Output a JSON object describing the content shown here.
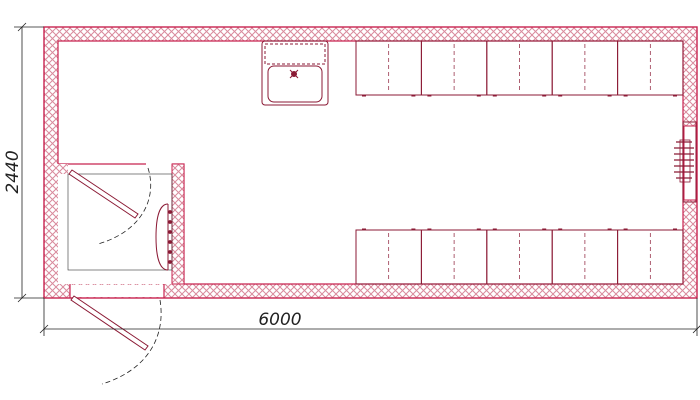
{
  "dimensions": {
    "width_label": "6000",
    "height_label": "2440"
  },
  "colors": {
    "wall_outline": "#c8234f",
    "wall_hatch": "#d98a9c",
    "fixture": "#8b1a35",
    "dimension_line": "#222222",
    "door_swing": "#222222",
    "background": "#ffffff"
  },
  "fixtures": {
    "lockers_top_count": 5,
    "lockers_bottom_count": 5,
    "sink_icon": "wash-basin-icon",
    "fan_icon": "exhaust-fan-icon",
    "shower_icon": "shower-icon"
  }
}
